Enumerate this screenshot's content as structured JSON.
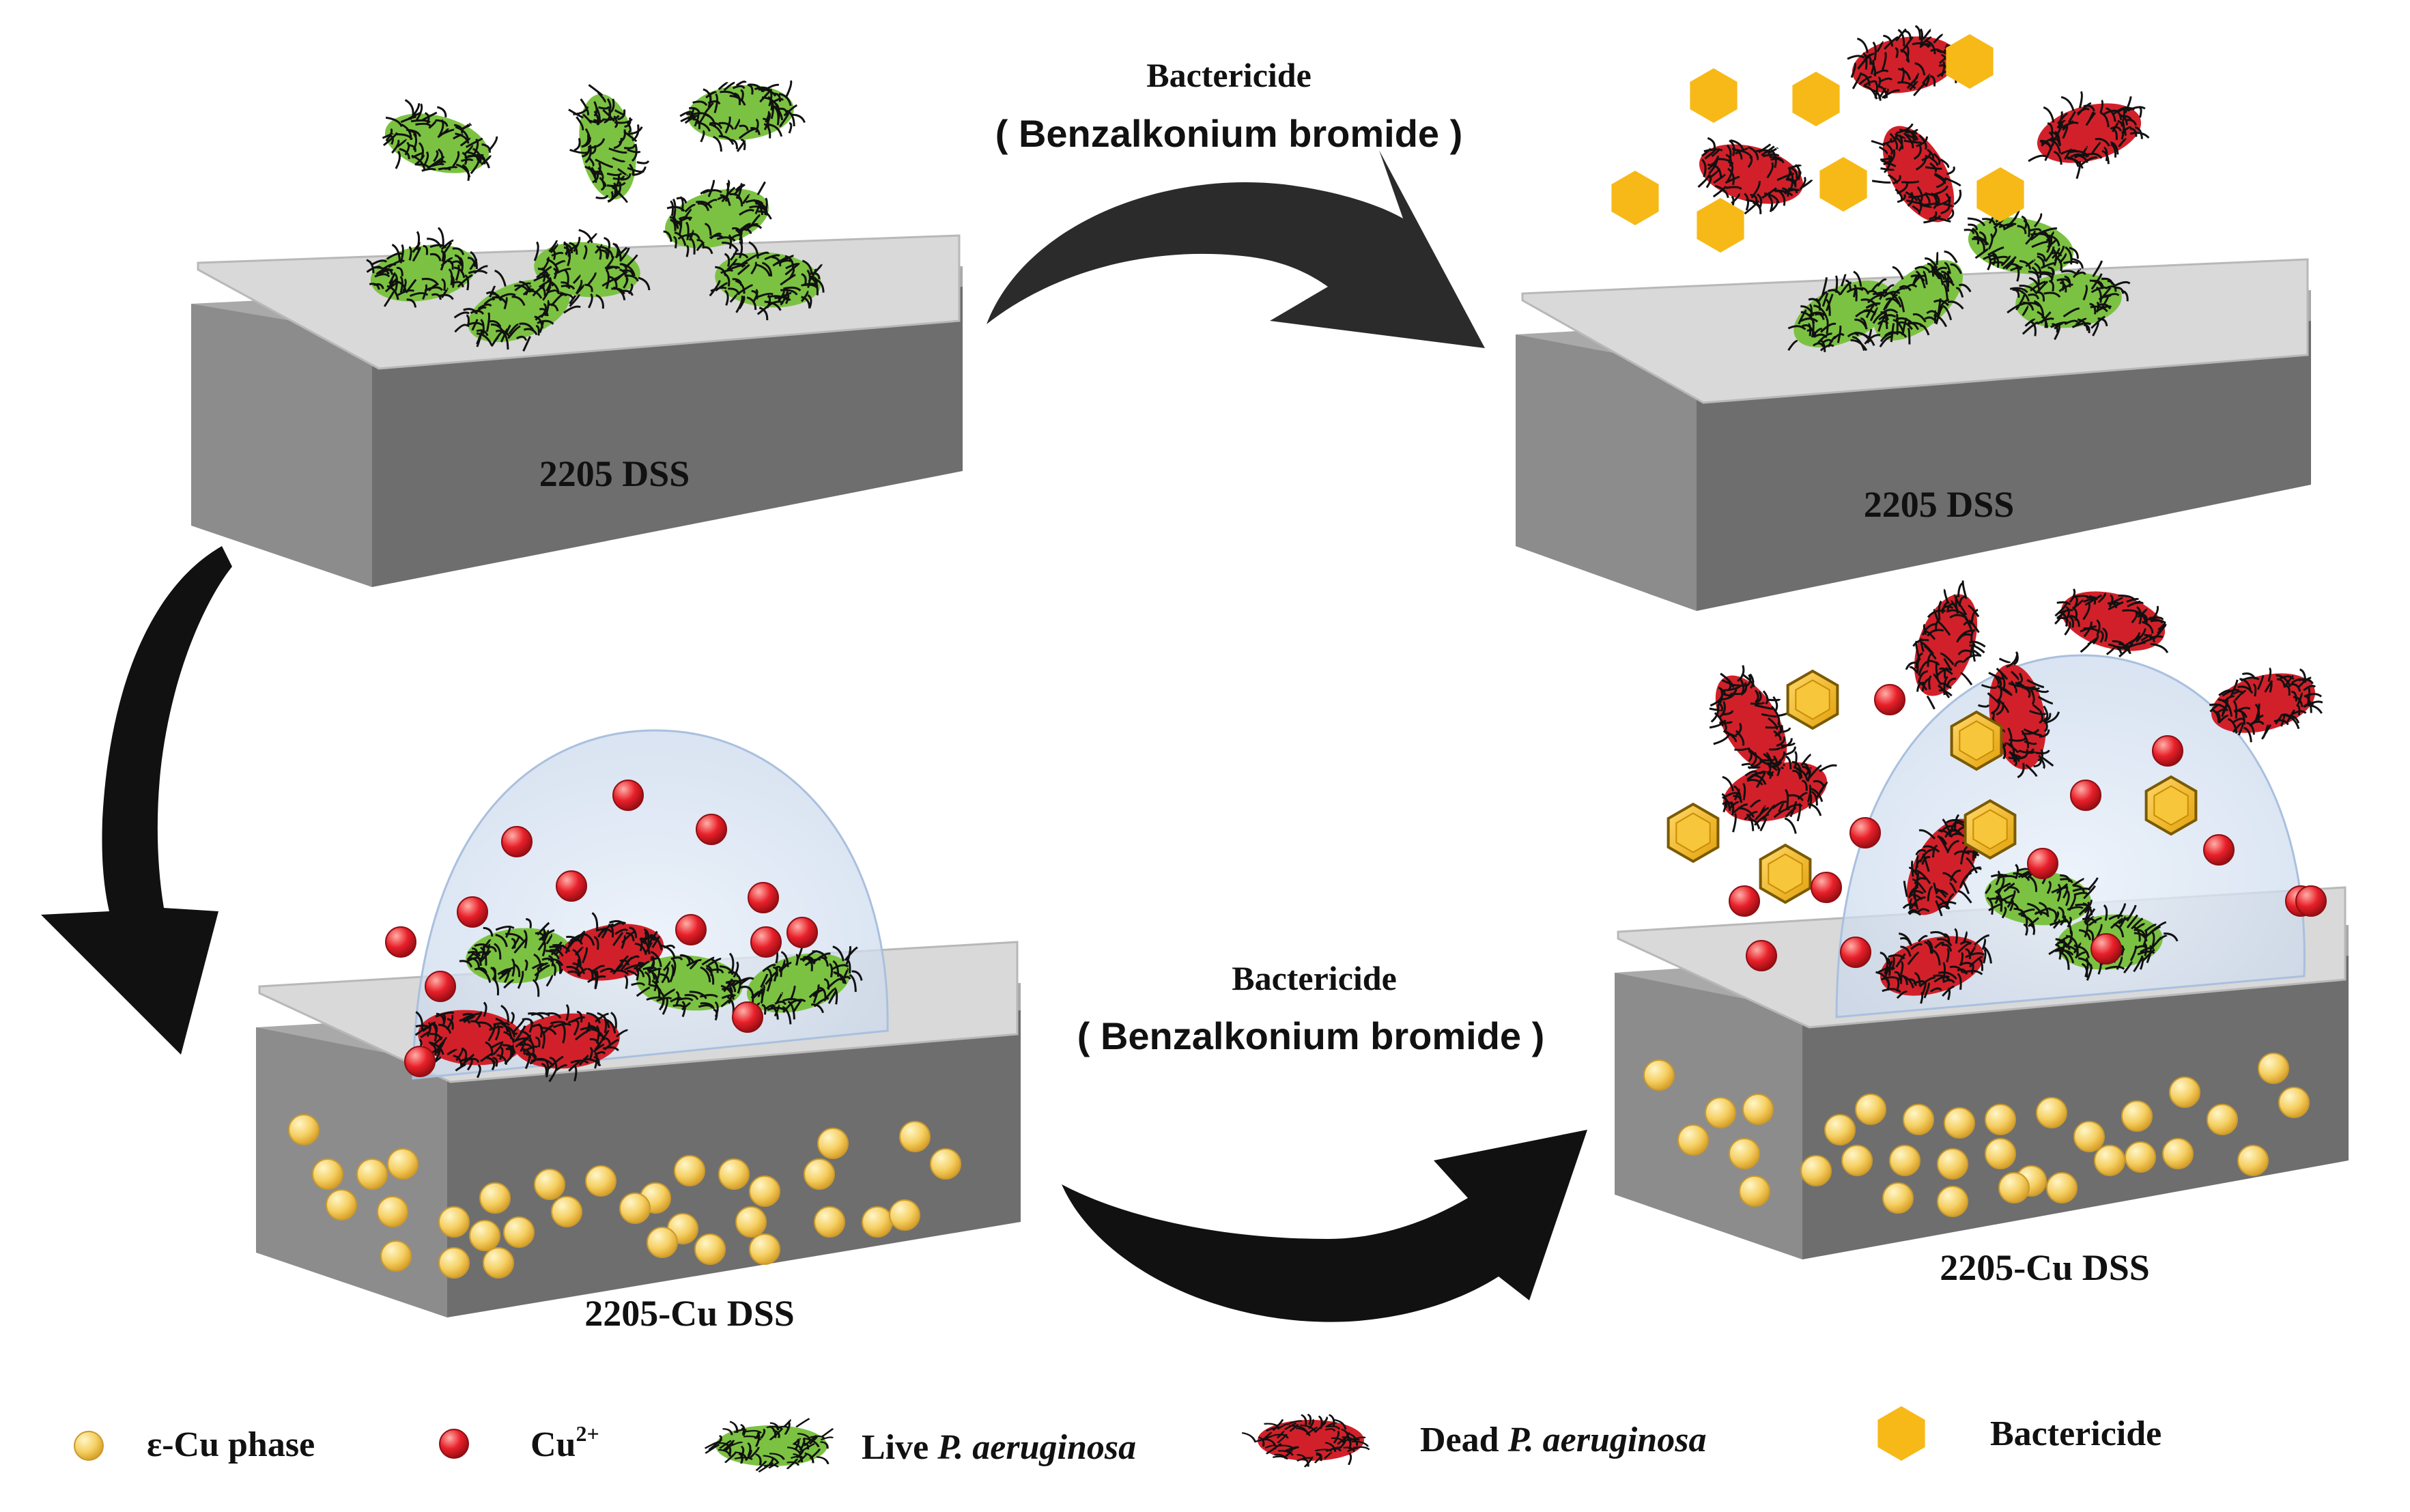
{
  "panels": {
    "top_left": {
      "label": "2205 DSS"
    },
    "top_right": {
      "label": "2205 DSS"
    },
    "bottom_left": {
      "label": "2205-Cu DSS"
    },
    "bottom_right": {
      "label": "2205-Cu DSS"
    }
  },
  "arrows": {
    "top": {
      "line1": "Bactericide",
      "line2": "( Benzalkonium bromide )"
    },
    "bottom": {
      "line1": "Bactericide",
      "line2": "( Benzalkonium bromide )"
    }
  },
  "legend": {
    "cu_phase": "ε-Cu phase",
    "cu_ion_base": "Cu",
    "cu_ion_sup": "2+",
    "live_prefix": "Live ",
    "live_species": "P. aeruginosa",
    "dead_prefix": "Dead ",
    "dead_species": "P. aeruginosa",
    "bactericide": "Bactericide"
  },
  "colors": {
    "live_bacteria": "#7CC242",
    "dead_bacteria": "#D2202A",
    "bactericide": "#F7B917",
    "cu_phase": "#F8D878",
    "cu_ion": "#E8202A",
    "substrate_front": "#6E6E6E",
    "substrate_top": "#BDBDBD",
    "biofilm": "#D9D9D9",
    "arrow": "#2B2B2B"
  }
}
